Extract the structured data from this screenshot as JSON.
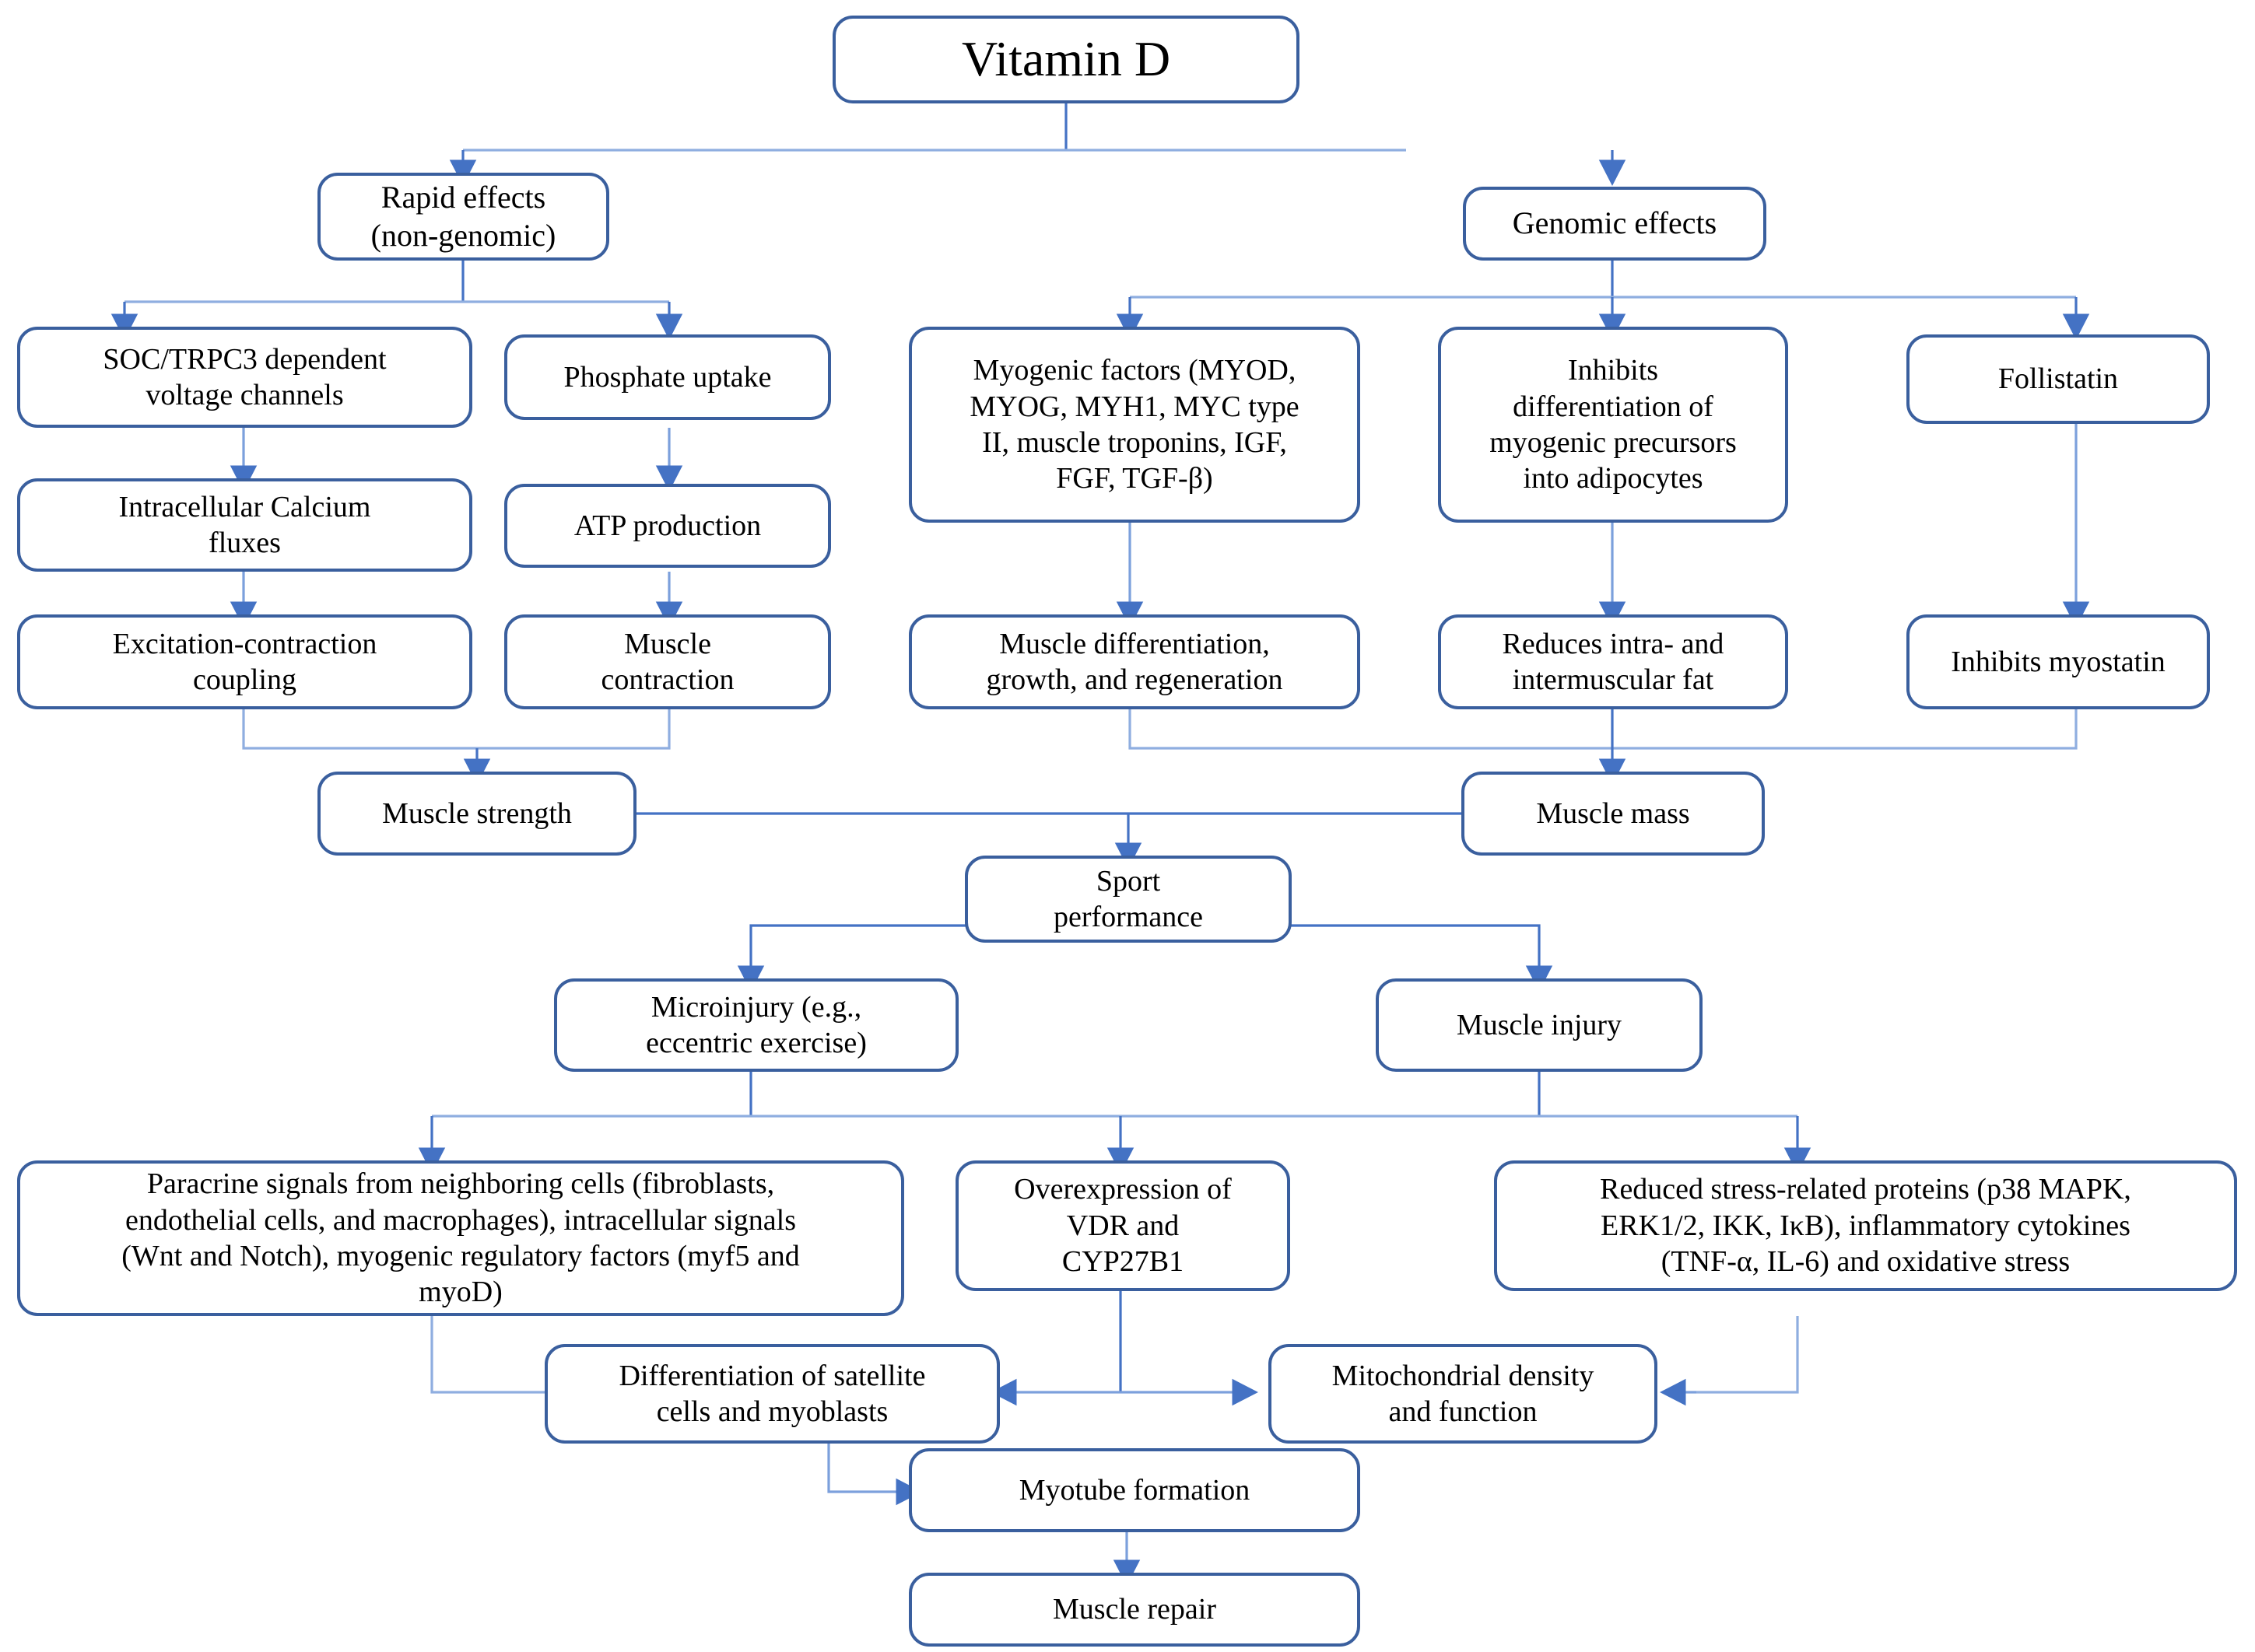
{
  "diagram": {
    "title": "Vitamin D pathways to muscle function",
    "accent_color": "#3A5F9E",
    "connector_color": "#4472C4",
    "background": "#FFFFFF"
  },
  "nodes": {
    "vitamin_d": "Vitamin D",
    "rapid_effects": "Rapid effects\n(non-genomic)",
    "genomic_effects": "Genomic effects",
    "soc_trpc3": "SOC/TRPC3 dependent\nvoltage channels",
    "phosphate_uptake": "Phosphate uptake",
    "myogenic_factors": "Myogenic factors (MYOD,\nMYOG, MYH1, MYC type\nII, muscle troponins, IGF,\nFGF, TGF-β)",
    "inhibits_adipocytes": "Inhibits\ndifferentiation of\nmyogenic precursors\ninto adipocytes",
    "follistatin": "Follistatin",
    "calcium_fluxes": "Intracellular Calcium\nfluxes",
    "atp_production": "ATP production",
    "excitation_coupling": "Excitation-contraction\ncoupling",
    "muscle_contraction": "Muscle\ncontraction",
    "muscle_differentiation": "Muscle differentiation,\ngrowth, and regeneration",
    "reduces_fat": "Reduces intra- and\nintermuscular fat",
    "inhibits_myostatin": "Inhibits myostatin",
    "muscle_strength": "Muscle strength",
    "muscle_mass": "Muscle mass",
    "sport_performance": "Sport\nperformance",
    "microinjury": "Microinjury (e.g.,\neccentric exercise)",
    "muscle_injury": "Muscle injury",
    "paracrine_signals": "Paracrine signals from neighboring cells (fibroblasts,\nendothelial cells, and macrophages), intracellular signals\n(Wnt and Notch), myogenic regulatory factors (myf5 and\nmyoD)",
    "overexpression_vdr": "Overexpression of\nVDR and\nCYP27B1",
    "reduced_stress": "Reduced stress-related proteins (p38 MAPK,\nERK1/2, IKK, IκB), inflammatory cytokines\n(TNF-α, IL-6) and oxidative stress",
    "satellite_cells": "Differentiation of satellite\ncells and myoblasts",
    "mitochondrial_density": "Mitochondrial density\nand function",
    "myotube_formation": "Myotube formation",
    "muscle_repair": "Muscle repair"
  }
}
